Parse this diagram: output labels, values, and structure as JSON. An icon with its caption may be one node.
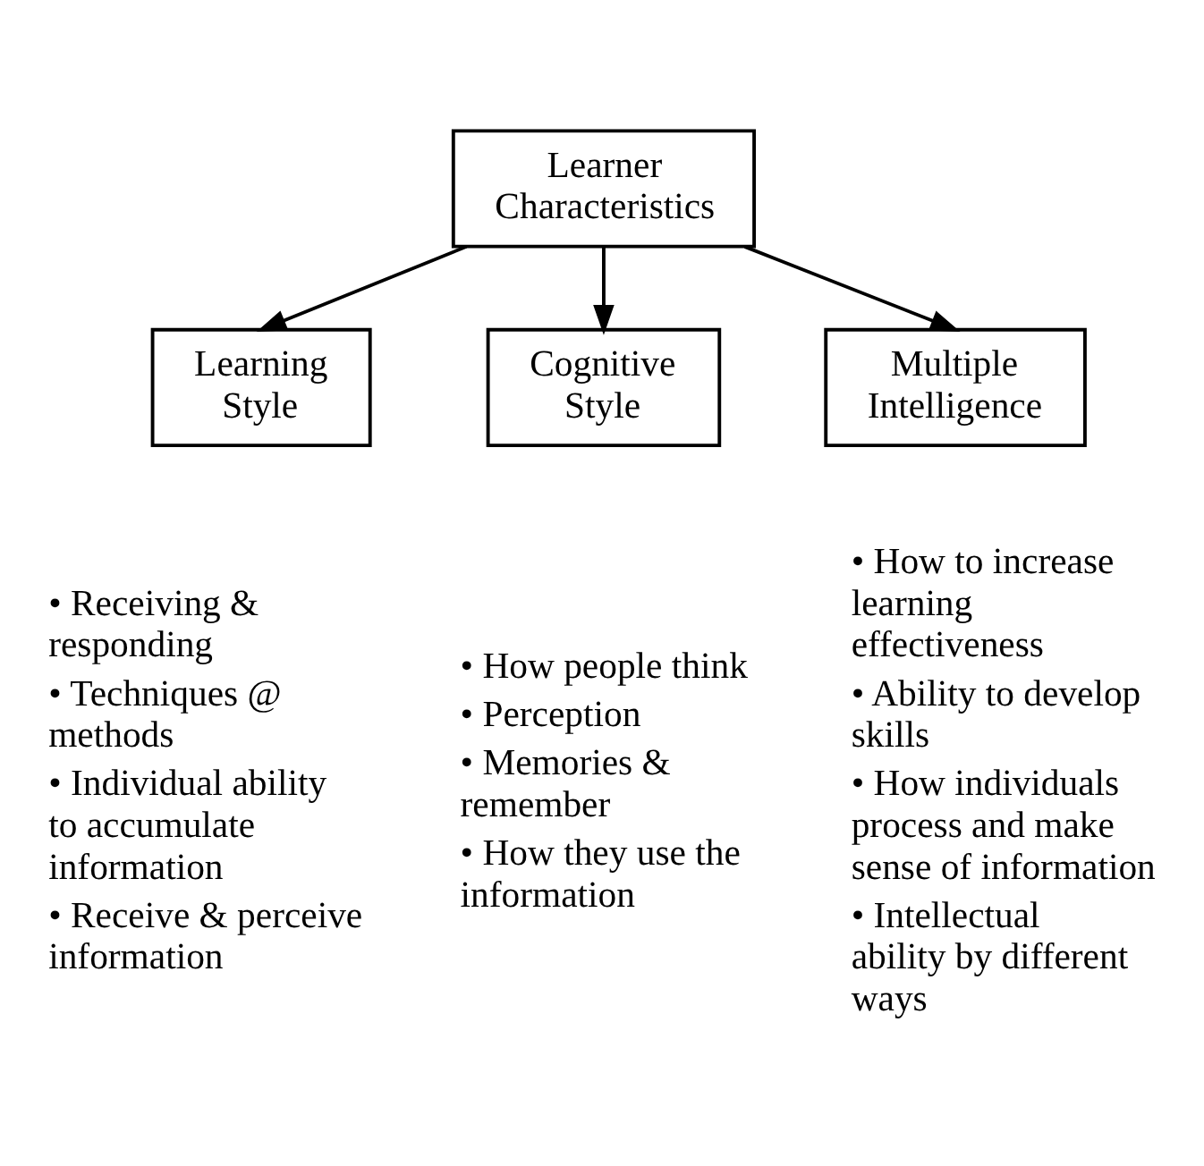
{
  "diagram": {
    "nodes": [
      {
        "text": [
          "Learner Characteristics"
        ]
      },
      {
        "text": [
          "Learning Style"
        ],
        "beside": [
          "• Receiving & responding",
          "• Techniques @ methods",
          "• Individual ability to accumulate information",
          "• Receive & perceive information"
        ]
      },
      {
        "text": [
          "Cognitive Style"
        ],
        "beside": [
          "• How people think",
          "• Perception",
          "• Memories & remember",
          "• How they use the information"
        ]
      },
      {
        "text": [
          "Multiple Intelligence"
        ],
        "beside": [
          "• How to increase learning effectiveness",
          "• Ability to develop skills",
          "• How individuals process and make sense of information",
          "• Intellectual ability by different ways"
        ]
      }
    ],
    "edges": [
      {
        "from": 0,
        "to": 1,
        "arrow": "to"
      },
      {
        "from": 0,
        "to": 2,
        "arrow": "to"
      },
      {
        "from": 0,
        "to": 3,
        "arrow": "to"
      }
    ]
  }
}
